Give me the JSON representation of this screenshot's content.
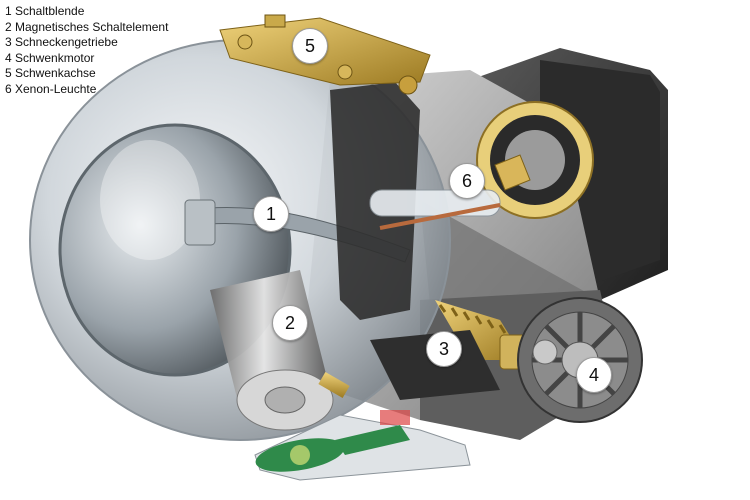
{
  "legend": [
    "1 Schaltblende",
    "2 Magnetisches Schaltelement",
    "3 Schneckengetriebe",
    "4 Schwenkmotor",
    "5 Schwenkachse",
    "6 Xenon-Leuchte"
  ],
  "callouts": [
    "1",
    "2",
    "3",
    "4",
    "5",
    "6"
  ],
  "colors": {
    "background": "#ffffff",
    "housing_dark": "#3a3a3a",
    "housing_grey": "#8c8c8c",
    "lens_glass": "#d8dde2",
    "brass": "#c9a94a",
    "circuit_green": "#2f8a4a"
  }
}
